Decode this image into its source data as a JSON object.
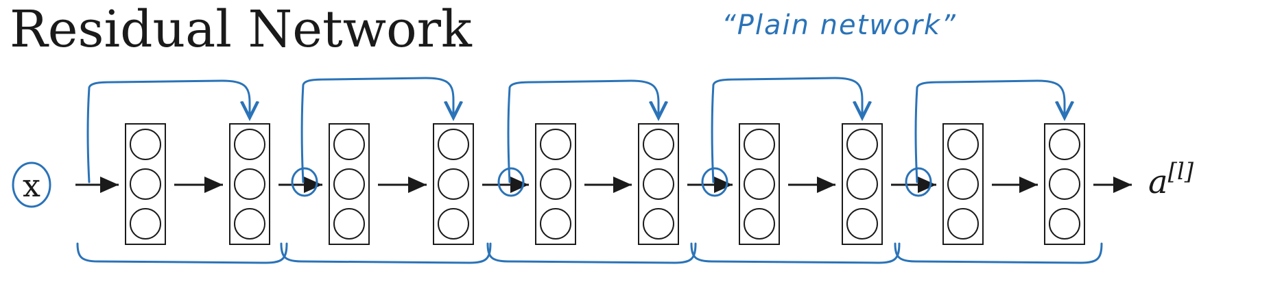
{
  "title": "Residual Network",
  "annotation": "“Plain network”",
  "input_label": "x",
  "output_label": {
    "base": "a",
    "superscript": "[l]"
  },
  "colors": {
    "ink": "#1a1a1a",
    "handwriting": "#2a73b8"
  },
  "layers": 10,
  "units_per_layer": 3,
  "residual_blocks": 5
}
